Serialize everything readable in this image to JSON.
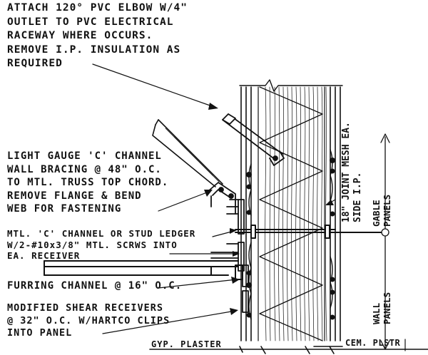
{
  "notes": {
    "elbow": [
      "ATTACH 120° PVC ELBOW W/4\"",
      "OUTLET TO PVC ELECTRICAL",
      "RACEWAY WHERE OCCURS.",
      "REMOVE I.P. INSULATION AS",
      "REQUIRED"
    ],
    "bracing": [
      "LIGHT GAUGE 'C' CHANNEL",
      "WALL BRACING @ 48\" O.C.",
      "TO MTL. TRUSS TOP CHORD.",
      "REMOVE FLANGE & BEND",
      "WEB FOR FASTENING"
    ],
    "ledger": [
      "MTL. 'C' CHANNEL OR STUD LEDGER",
      "W/2-#10x3/8\" MTL. SCRWS INTO",
      "EA. RECEIVER"
    ],
    "furring": [
      "FURRING CHANNEL @ 16\" O.C."
    ],
    "receivers": [
      "MODIFIED SHEAR RECEIVERS",
      "@ 32\" O.C. W/HARTCO CLIPS",
      "INTO PANEL"
    ],
    "gyp": "GYP. PLASTER",
    "cem": "CEM. PLSTR",
    "joint_mesh": [
      "18\" JOINT MESH EA.",
      "SIDE I.P."
    ],
    "gable": [
      "GABLE",
      "PANELS"
    ],
    "wall": [
      "WALL",
      "PANELS"
    ]
  }
}
